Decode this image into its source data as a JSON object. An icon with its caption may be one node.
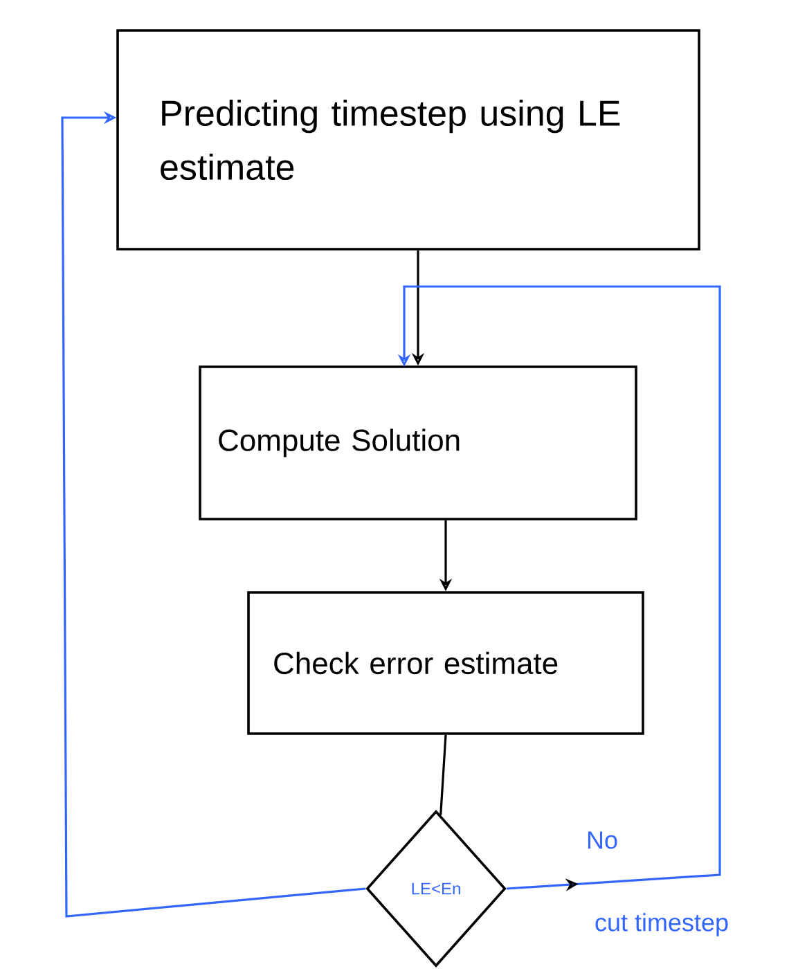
{
  "diagram": {
    "nodes": [
      {
        "text": [
          "Predicting timestep using LE estimate"
        ]
      },
      {
        "text": [
          "Compute Solution"
        ]
      },
      {
        "text": [
          "Check error estimate"
        ]
      },
      {
        "text": [
          "LE<En"
        ]
      }
    ],
    "edges": [
      {
        "from": 0,
        "to": 1,
        "arrow": "to"
      },
      {
        "from": 1,
        "to": 2,
        "arrow": "to"
      },
      {
        "from": 2,
        "to": 3,
        "arrow": "none"
      },
      {
        "from": 3,
        "to": 1,
        "arrow": "to",
        "label": "No",
        "color": "#3366ff"
      },
      {
        "from": 3,
        "to": 0,
        "arrow": "to",
        "color": "#3366ff"
      }
    ],
    "labels": [
      "cut timestep"
    ]
  }
}
